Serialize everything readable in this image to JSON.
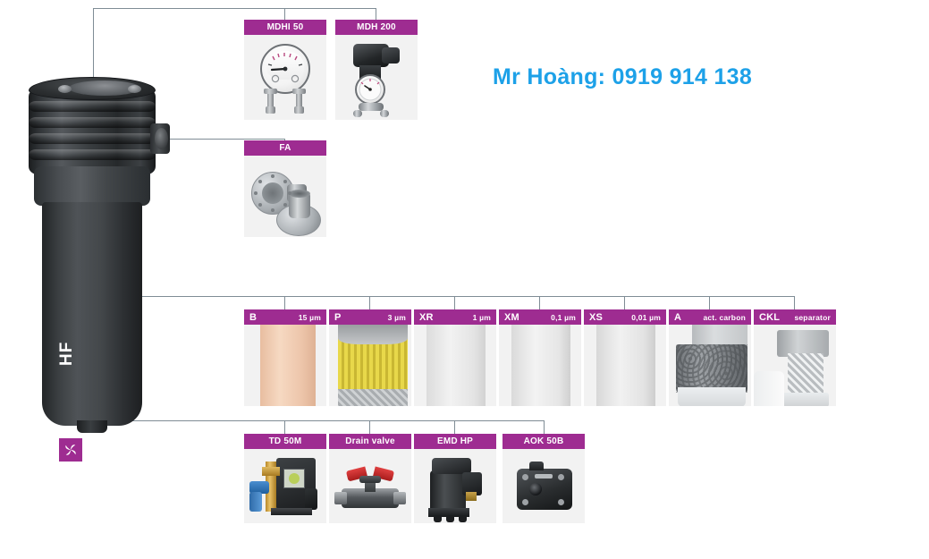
{
  "contact": {
    "text": "Mr Hoàng: 0919 914 138",
    "color": "#1da1e8"
  },
  "housing": {
    "brand_label": "HF",
    "logo_name": "fan-logo"
  },
  "theme": {
    "label_purple": "#9e2c91",
    "leader_line": "#7f8c95",
    "panel_bg": "#f1f1f1"
  },
  "gauges": [
    {
      "label": "MDHI 50",
      "image_name": "differential-pressure-gauge"
    },
    {
      "label": "MDH 200",
      "image_name": "pressure-switch"
    }
  ],
  "connections": [
    {
      "label": "FA",
      "image_name": "flange-pair"
    }
  ],
  "elements": [
    {
      "code": "B",
      "spec": "15 µm",
      "image_name": "element-b-depth"
    },
    {
      "code": "P",
      "spec": "3 µm",
      "image_name": "element-p-pleated"
    },
    {
      "code": "XR",
      "spec": "1 µm",
      "image_name": "element-xr-microfiber"
    },
    {
      "code": "XM",
      "spec": "0,1 µm",
      "image_name": "element-xm-microfiber"
    },
    {
      "code": "XS",
      "spec": "0,01 µm",
      "image_name": "element-xs-microfiber"
    },
    {
      "code": "A",
      "spec": "act. carbon",
      "image_name": "element-a-carbon"
    },
    {
      "code": "CKL",
      "spec": "separator",
      "image_name": "element-ckl-separator"
    }
  ],
  "drains": [
    {
      "label": "TD 50M",
      "image_name": "timer-drain"
    },
    {
      "label": "Drain valve",
      "image_name": "ball-valve"
    },
    {
      "label": "EMD HP",
      "image_name": "electronic-drain-hp"
    },
    {
      "label": "AOK 50B",
      "image_name": "condensate-separator"
    }
  ]
}
